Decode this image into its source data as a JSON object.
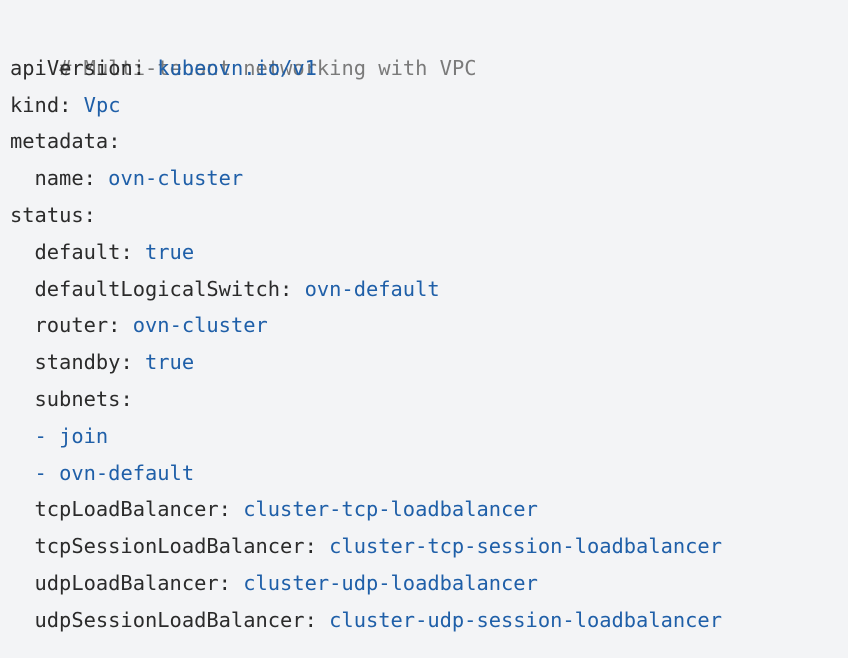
{
  "code": {
    "comment": "# Multi-tenant networking with VPC",
    "lines": [
      {
        "key": "apiVersion",
        "value": "kubeovn.io/v1"
      },
      {
        "key": "kind",
        "value": "Vpc"
      },
      {
        "key": "metadata",
        "value": ""
      },
      {
        "key": "name",
        "value": "ovn-cluster"
      },
      {
        "key": "status",
        "value": ""
      },
      {
        "key": "default",
        "value": "true"
      },
      {
        "key": "defaultLogicalSwitch",
        "value": "ovn-default"
      },
      {
        "key": "router",
        "value": "ovn-cluster"
      },
      {
        "key": "standby",
        "value": "true"
      },
      {
        "key": "subnets",
        "value": ""
      },
      {
        "item": "join"
      },
      {
        "item": "ovn-default"
      },
      {
        "key": "tcpLoadBalancer",
        "value": "cluster-tcp-loadbalancer"
      },
      {
        "key": "tcpSessionLoadBalancer",
        "value": "cluster-tcp-session-loadbalancer"
      },
      {
        "key": "udpLoadBalancer",
        "value": "cluster-udp-loadbalancer"
      },
      {
        "key": "udpSessionLoadBalancer",
        "value": "cluster-udp-session-loadbalancer"
      }
    ],
    "colon": ":",
    "dash": "-"
  }
}
